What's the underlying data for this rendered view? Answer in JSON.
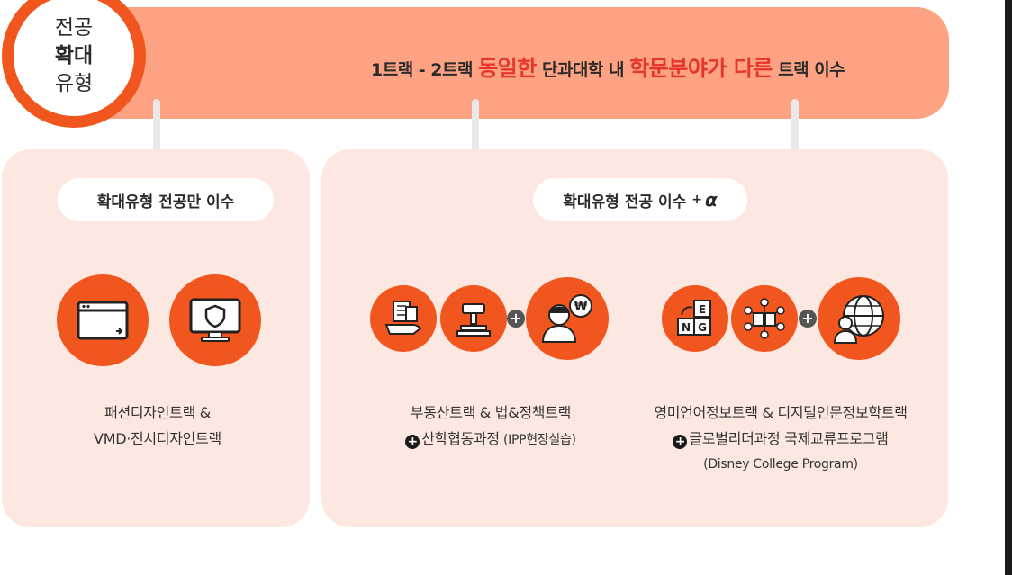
{
  "badge": {
    "line1": "전공",
    "line2": "확대",
    "line3": "유형"
  },
  "banner": {
    "part1": "1트랙 - 2트랙 ",
    "hl1": "동일한",
    "part2": " 단과대학 내 ",
    "hl2": "학문분야가 다른",
    "part3": " 트랙 이수"
  },
  "left_panel": {
    "title": "확대유형 전공만 이수",
    "caption_line1": "패션디자인트랙 &",
    "caption_line2": "VMD·전시디자인트랙"
  },
  "right_panel": {
    "title": "확대유형 전공 이수",
    "title_plus": "+",
    "title_alpha": "α",
    "group1": {
      "caption_line1": "부동산트랙 & 법&정책트랙",
      "plus_mark": "+",
      "caption_line2": "산학협동과정",
      "caption_line2_sub": " (IPP현장실습)"
    },
    "group2": {
      "caption_line1": "영미언어정보트랙 & 디지털인문정보학트랙",
      "plus_mark": "+",
      "caption_line2": "글로벌리더과정 국제교류프로그램",
      "caption_line3": "(Disney College Program)"
    }
  },
  "icons": {
    "browser_window": "browser-window-icon",
    "shield_monitor": "shield-monitor-icon",
    "building_on_hand": "building-on-hand-icon",
    "gavel": "gavel-icon",
    "person_won": "person-won-icon",
    "letter_blocks": "letter-blocks-icon",
    "book_network": "book-network-icon",
    "person_globe": "person-globe-icon"
  },
  "colors": {
    "accent_orange": "#f0561e",
    "banner_salmon": "#fda383",
    "highlight_red": "#e8352a",
    "panel_bg": "#fde8e1"
  }
}
